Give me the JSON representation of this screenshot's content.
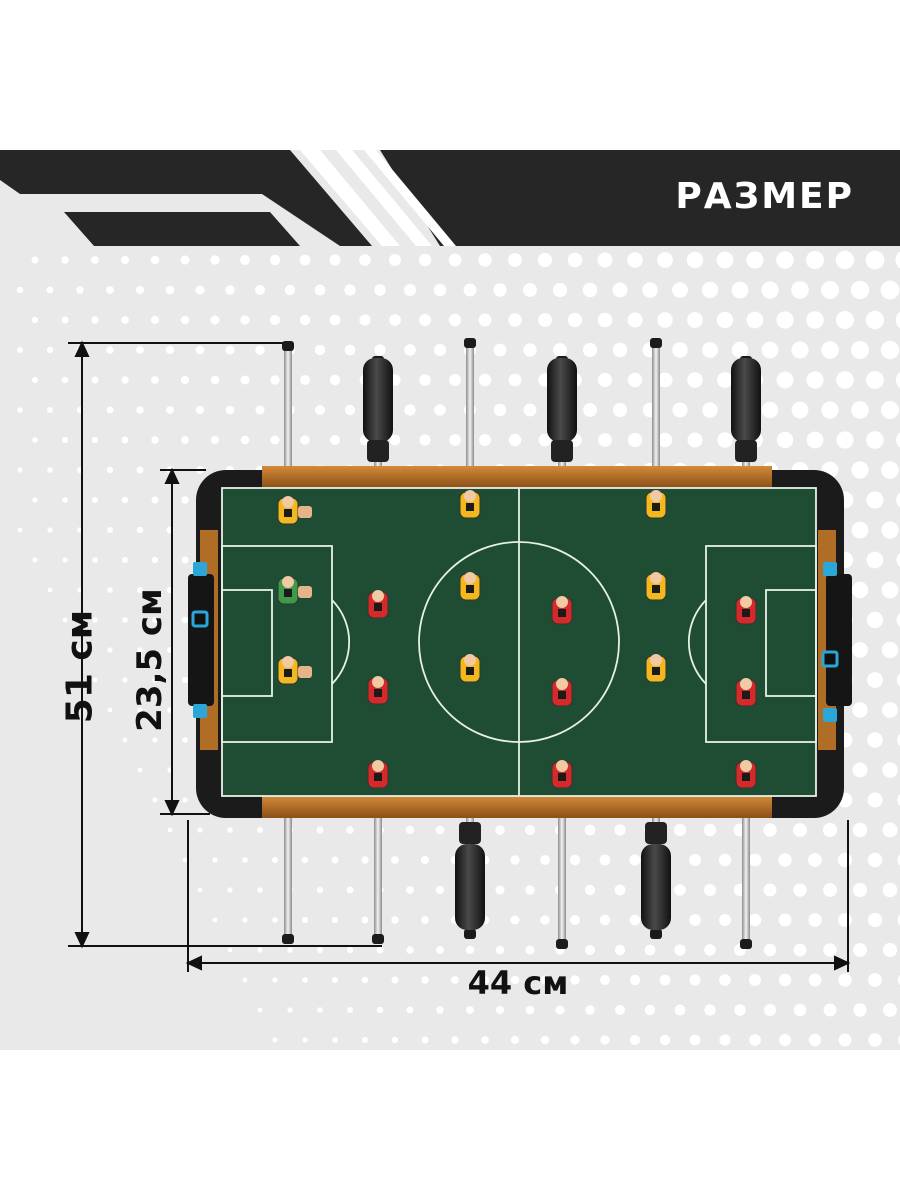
{
  "banner": {
    "title": "РАЗМЕР"
  },
  "dimensions": {
    "width_label": "44 см",
    "height_label": "51 см",
    "field_height_label": "23,5 см"
  },
  "colors": {
    "banner": "#262626",
    "field": "#1f4d33",
    "frame": "#b06d26",
    "bumper": "#1b1b1b",
    "team_red": "#d42a2a",
    "team_yellow": "#f2b81e",
    "accent_blue": "#2aa7d6"
  }
}
